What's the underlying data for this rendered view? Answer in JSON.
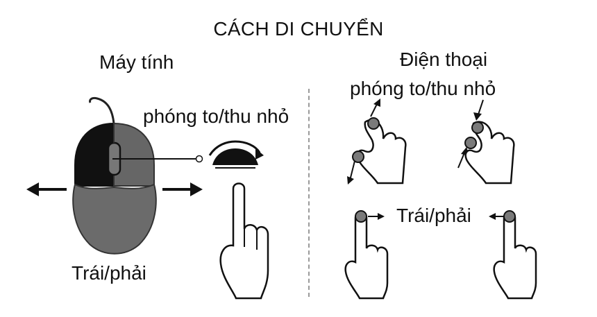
{
  "title": "CÁCH DI CHUYỂN",
  "computer": {
    "heading": "Máy tính",
    "zoom_label": "phóng to/thu nhỏ",
    "pan_label": "Trái/phải"
  },
  "phone": {
    "heading": "Điện thoại",
    "zoom_label": "phóng to/thu nhỏ",
    "pan_label": "Trái/phải"
  },
  "colors": {
    "mouse_left_button": "#111111",
    "mouse_right_button": "#666666",
    "mouse_body": "#6b6b6b",
    "fingertip": "#7a7a7a",
    "divider": "#9a9a9a"
  },
  "icons": [
    "mouse-icon",
    "scroll-wheel-icon",
    "pointing-hand-icon",
    "pinch-out-icon",
    "pinch-in-icon",
    "swipe-right-icon",
    "swipe-left-icon",
    "arrow-left-icon",
    "arrow-right-icon"
  ]
}
